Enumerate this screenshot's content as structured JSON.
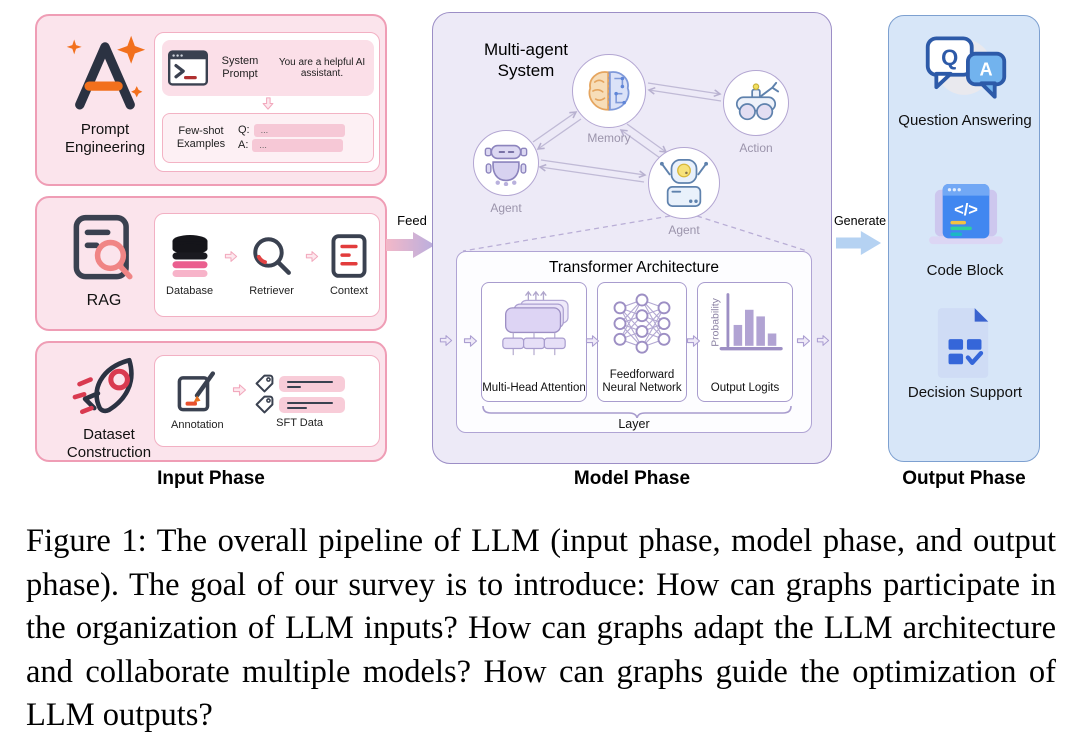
{
  "figure": {
    "input": {
      "label": "Input Phase",
      "prompt_engineering": {
        "title": "Prompt Engineering",
        "system_prompt": "System Prompt",
        "assistant_text": "You are a helpful AI assistant.",
        "few_shot": "Few-shot Examples",
        "q_label": "Q:",
        "q_value": "...",
        "a_label": "A:",
        "a_value": "..."
      },
      "rag": {
        "title": "RAG",
        "database": "Database",
        "retriever": "Retriever",
        "context": "Context"
      },
      "dataset_construction": {
        "title": "Dataset Construction",
        "annotation": "Annotation",
        "sft_data": "SFT Data"
      }
    },
    "feed_arrow_label": "Feed",
    "model": {
      "label": "Model Phase",
      "multi_agent_title": "Multi-agent System",
      "memory_label": "Memory",
      "action_label": "Action",
      "agent_left_label": "Agent",
      "agent_bottom_label": "Agent",
      "transformer": {
        "title": "Transformer Architecture",
        "multi_head_attention": "Multi-Head Attention",
        "feedforward": "Feedforward Neural Network",
        "output_logits": "Output Logits",
        "probability_axis": "Probability",
        "layer": "Layer"
      }
    },
    "generate_arrow_label": "Generate",
    "output": {
      "label": "Output Phase",
      "question_answering": "Question Answering",
      "q_bubble": "Q",
      "a_bubble": "A",
      "code_block": "Code Block",
      "code_glyph": "</>",
      "decision_support": "Decision Support"
    },
    "colors": {
      "input_fill": "#fbe4ec",
      "input_border": "#ef9db5",
      "model_fill": "#edeaf7",
      "model_border": "#9c8ec6",
      "output_fill": "#d7e6f8",
      "output_border": "#7da0d0",
      "accent_orange": "#f2701d",
      "accent_red": "#e0455a",
      "purple_icon": "#a89cce",
      "blue_icon": "#3a66d0"
    }
  },
  "caption": "Figure 1: The overall pipeline of LLM (input phase, model phase, and output phase). The goal of our survey is to introduce: How can graphs participate in the organization of LLM inputs? How can graphs adapt the LLM architecture and collaborate multiple models? How can graphs guide the optimization of LLM outputs?"
}
